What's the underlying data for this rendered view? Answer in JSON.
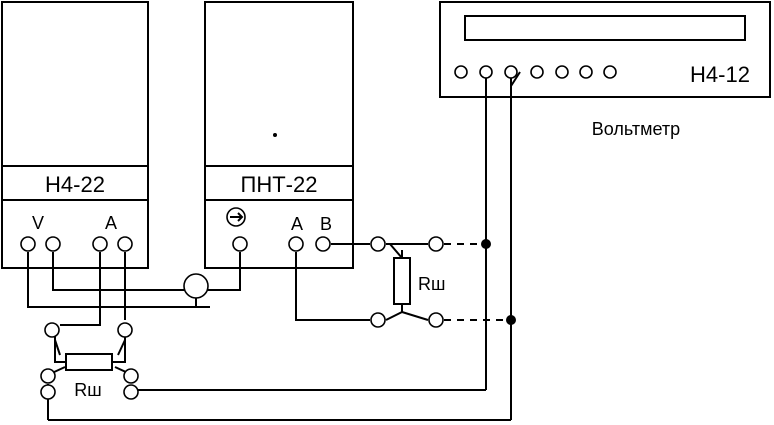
{
  "devices": {
    "left": {
      "name": "Н4-22",
      "terminal_v": "V",
      "terminal_a": "A"
    },
    "middle": {
      "name": "ПНТ-22",
      "terminal_a": "A",
      "terminal_b": "B"
    },
    "right": {
      "name": "Н4-12",
      "caption": "Вольтметр"
    }
  },
  "shunts": {
    "upper": {
      "label": "Rш"
    },
    "lower": {
      "label": "Rш"
    }
  },
  "icons": {
    "current_source": "current-source-icon",
    "current_transformer": "ring-transformer-icon"
  }
}
